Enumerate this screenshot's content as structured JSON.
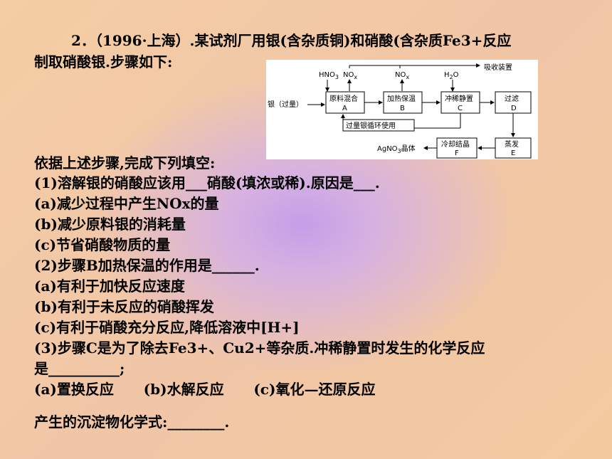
{
  "lines": [
    "2．（1996·上海）.某试剂厂用银(含杂质铜)和硝酸(含杂质Fe3+反应",
    "制取硝酸银.步骤如下:",
    "依据上述步骤,完成下列填空:",
    "(1)溶解银的硝酸应该用___硝酸(填浓或稀).原因是___.",
    "(a)减少过程中产生NOx的量",
    "(b)减少原料银的消耗量",
    "(c)节省硝酸物质的量",
    "(2)步骤B加热保温的作用是______.",
    "(a)有利于加快反应速度",
    "(b)有利于未反应的硝酸挥发",
    "(c)有利于硝酸充分反应,降低溶液中[H+]",
    "(3)步骤C是为了除去Fe3+、Cu2+等杂质.冲稀静置时发生的化学反应",
    "是__________;",
    "(a)置换反应      (b)水解反应      (c)氧化—还原反应",
    "产生的沉淀物化学式:________."
  ],
  "diagram": {
    "silver_label": "银（过量）",
    "hno3": "HNO",
    "hno3_sub": "3",
    "no_a": "NO",
    "no_a_sub": "x",
    "no_b": "NO",
    "no_b_sub": "x",
    "h2o": "H",
    "h2o_sub": "2",
    "h2o_o": "O",
    "absorb": "吸收装置",
    "box_a": "原料混合",
    "box_a_letter": "A",
    "box_b": "加热保温",
    "box_b_letter": "B",
    "box_c": "冲稀静置",
    "box_c_letter": "C",
    "box_d": "过滤",
    "box_d_letter": "D",
    "box_e": "蒸发",
    "box_e_letter": "E",
    "box_f": "冷却结晶",
    "box_f_letter": "F",
    "recycle": "过量银循环使用",
    "product": "AgNO",
    "product_sub": "3",
    "product_tail": "晶体"
  }
}
